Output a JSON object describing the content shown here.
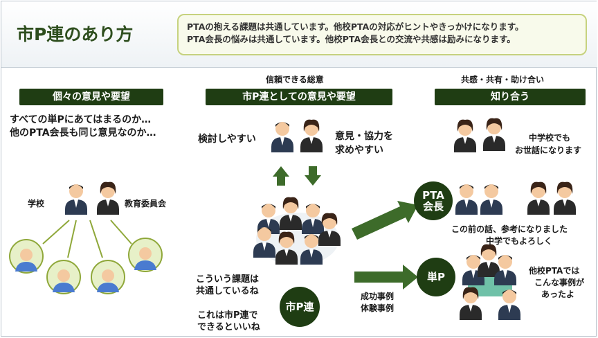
{
  "title": "市P連のあり方",
  "info": {
    "line1": "PTAの抱える課題は共通しています。他校PTAの対応がヒントやきっかけになります。",
    "line2": "PTA会長の悩みは共通しています。他校PTA会長との交流や共感は励みになります。"
  },
  "left": {
    "header": "個々の意見や要望",
    "line1": "すべての単Pにあてはまるのか…",
    "line2": "他のPTA会長も同じ意見なのか…",
    "label_school": "学校",
    "label_board": "教育委員会"
  },
  "center": {
    "caption": "信頼できる総意",
    "header": "市P連としての意見や要望",
    "left_text": "検討しやすい",
    "right_text1": "意見・協力を",
    "right_text2": "求めやすい",
    "note1a": "こういう課題は",
    "note1b": "共通しているね",
    "note2a": "これは市P連で",
    "note2b": "できるといいね",
    "circle": "市P連",
    "arrow_label1": "成功事例",
    "arrow_label2": "体験事例"
  },
  "right": {
    "caption": "共感・共有・助け合い",
    "header": "知り合う",
    "talk1a": "中学校でも",
    "talk1b": "お世話になります",
    "circle_pta1": "PTA",
    "circle_pta2": "会長",
    "talk2a": "この前の話、参考になりました",
    "talk2b": "中学でもよろしく",
    "circle_tan": "単P",
    "talk3a": "他校PTAでは",
    "talk3b": "こんな事例が",
    "talk3c": "あったよ"
  },
  "colors": {
    "dark_green": "#1f3d13",
    "arrow_green": "#3d6b2a",
    "title_green": "#2e4e1e",
    "info_border": "#c6d27e"
  }
}
